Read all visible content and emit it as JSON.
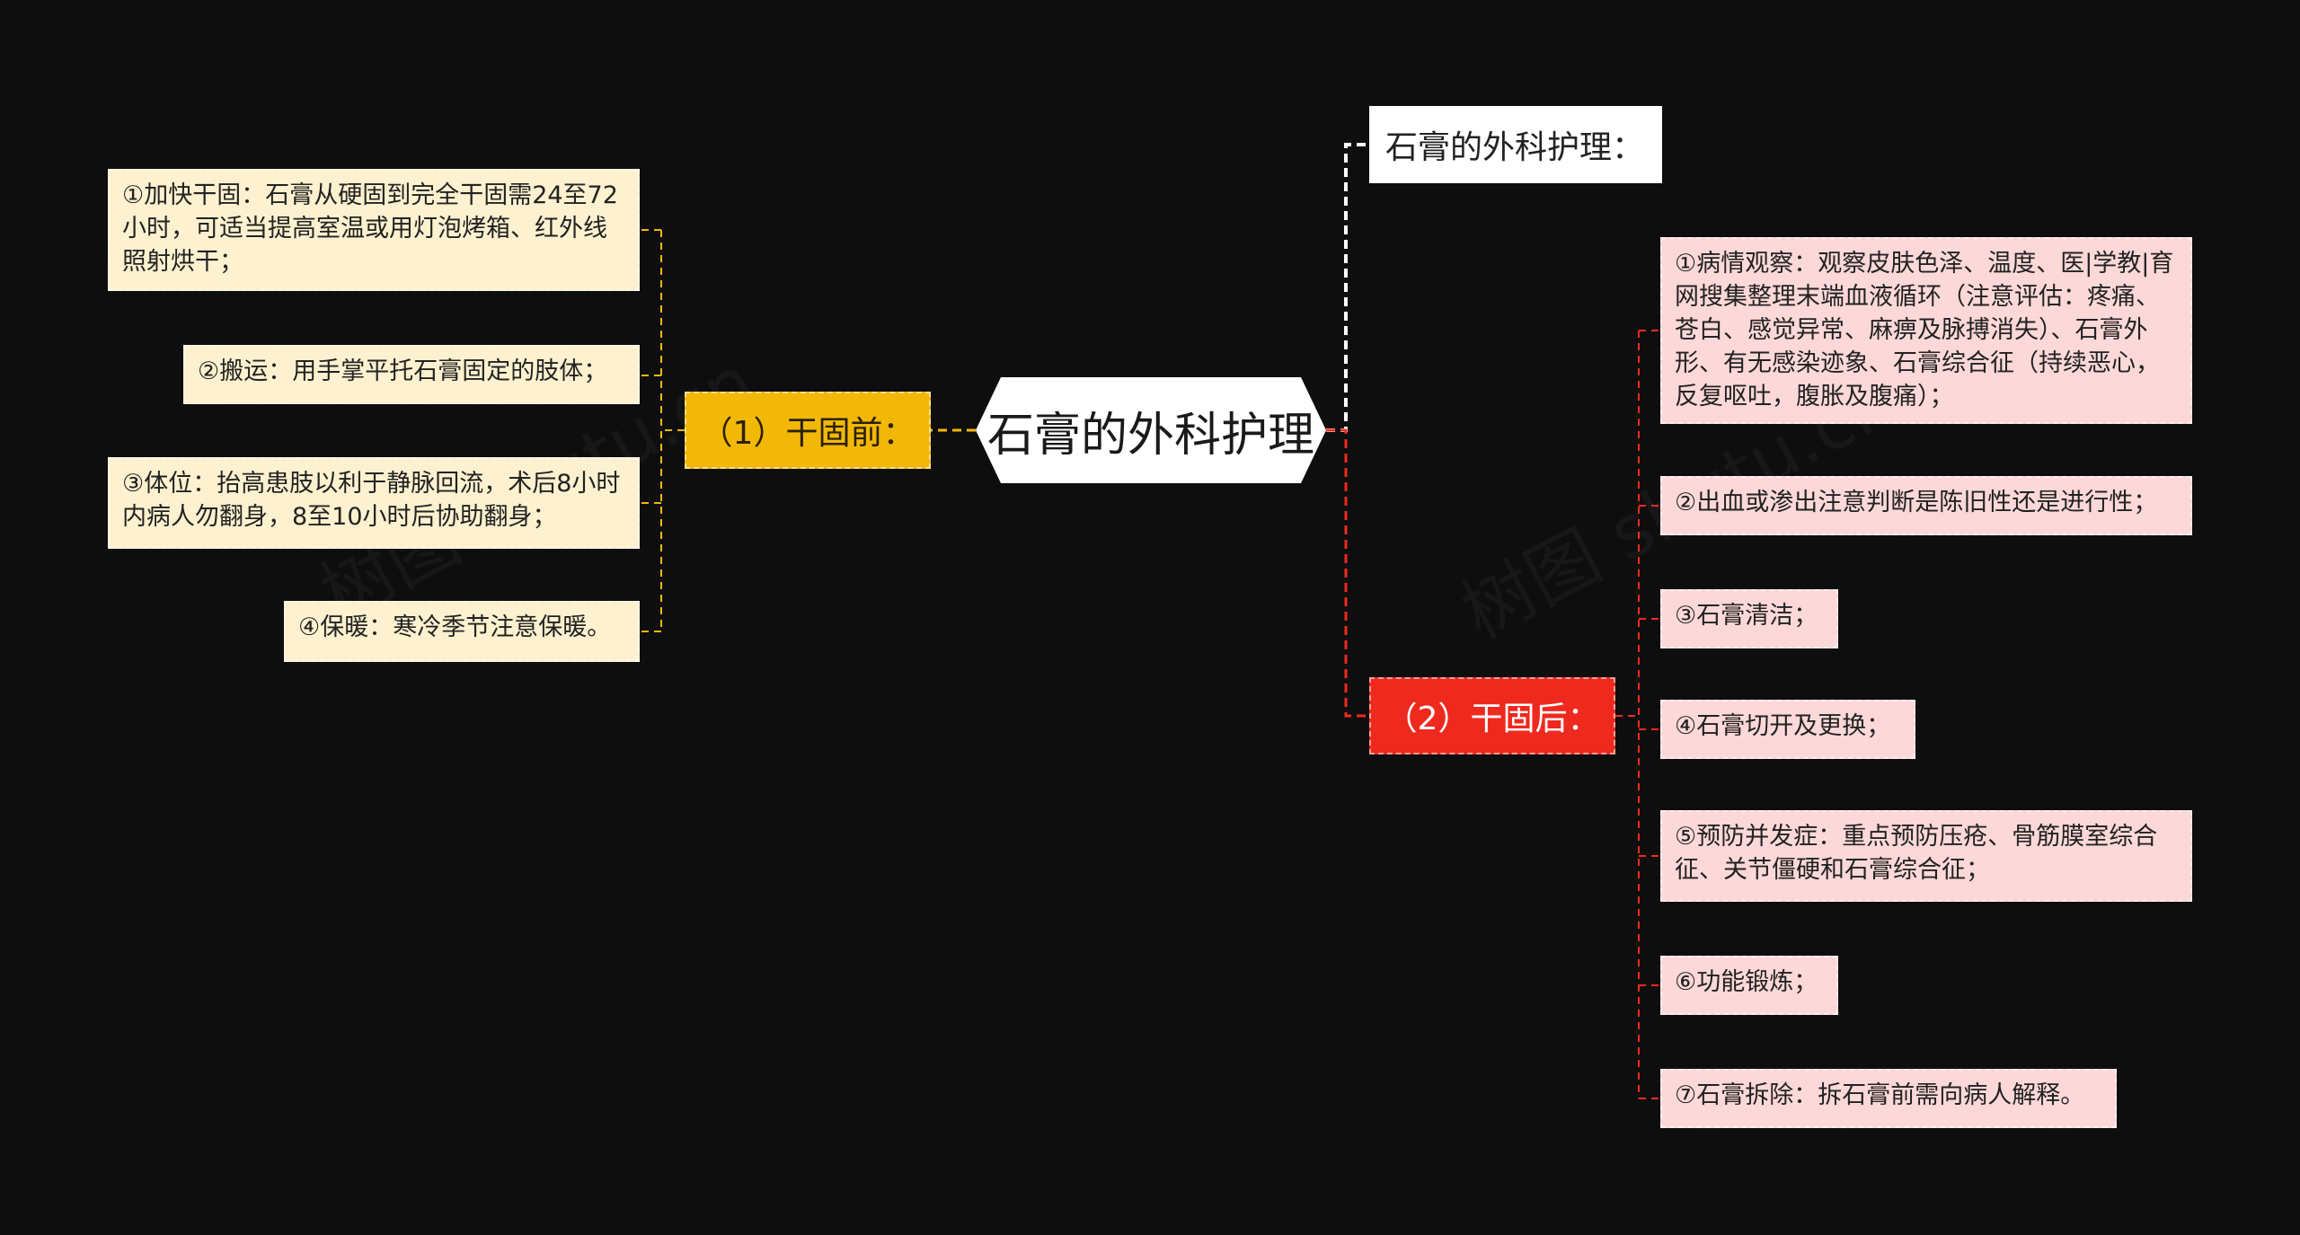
{
  "root": {
    "label": "石膏的外科护理"
  },
  "branches": {
    "title_node": {
      "label": "石膏的外科护理："
    },
    "before": {
      "label": "（1）干固前：",
      "items": [
        "①加快干固：石膏从硬固到完全干固需24至72小时，可适当提高室温或用灯泡烤箱、红外线照射烘干；",
        "②搬运：用手掌平托石膏固定的肢体；",
        "③体位：抬高患肢以利于静脉回流，术后8小时内病人勿翻身，8至10小时后协助翻身；",
        "④保暖：寒冷季节注意保暖。"
      ]
    },
    "after": {
      "label": "（2）干固后：",
      "items": [
        "①病情观察：观察皮肤色泽、温度、医|学教|育网搜集整理末端血液循环（注意评估：疼痛、苍白、感觉异常、麻痹及脉搏消失）、石膏外形、有无感染迹象、石膏综合征（持续恶心，反复呕吐，腹胀及腹痛）；",
        "②出血或渗出注意判断是陈旧性还是进行性；",
        "③石膏清洁；",
        "④石膏切开及更换；",
        "⑤预防并发症：重点预防压疮、骨筋膜室综合征、关节僵硬和石膏综合征；",
        "⑥功能锻炼；",
        "⑦石膏拆除：拆石膏前需向病人解释。"
      ]
    }
  },
  "colors": {
    "background": "#0e0e0f",
    "before_branch": "#f2b807",
    "before_leaf": "#fdf1cf",
    "after_branch": "#ee2a1f",
    "after_leaf": "#fdd8d8",
    "title_node": "#ffffff"
  }
}
